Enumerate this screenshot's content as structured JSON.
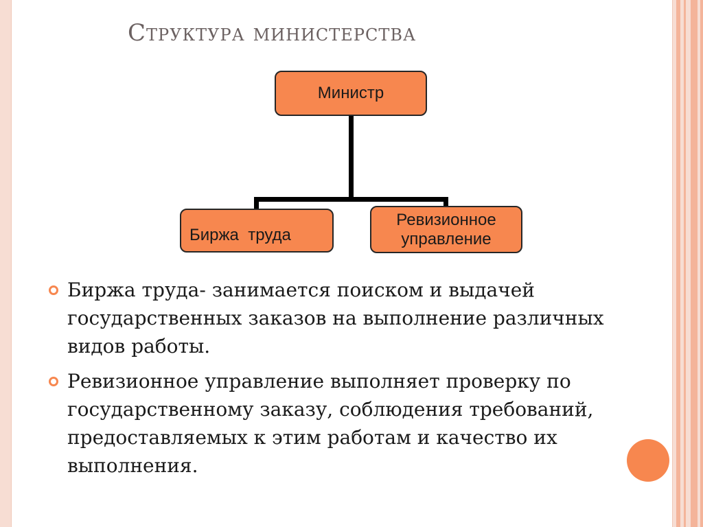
{
  "title": "Структура министерства",
  "org_chart": {
    "top": "Министр",
    "children": [
      {
        "lines": [
          "Биржа  труда"
        ]
      },
      {
        "lines": [
          "Ревизионное",
          "управление"
        ]
      }
    ]
  },
  "bullets": [
    "Биржа труда- занимается поиском и выдачей государственных заказов на выполнение различных видов работы.",
    "Ревизионное управление выполняет проверку по государственному заказу, соблюдения требований, предоставляемых к этим работам и качество их выполнения."
  ],
  "colors": {
    "accent": "#f7874f",
    "frame": "#f7ddd3",
    "stripe": "#f4b49a",
    "title": "#6b6161"
  }
}
